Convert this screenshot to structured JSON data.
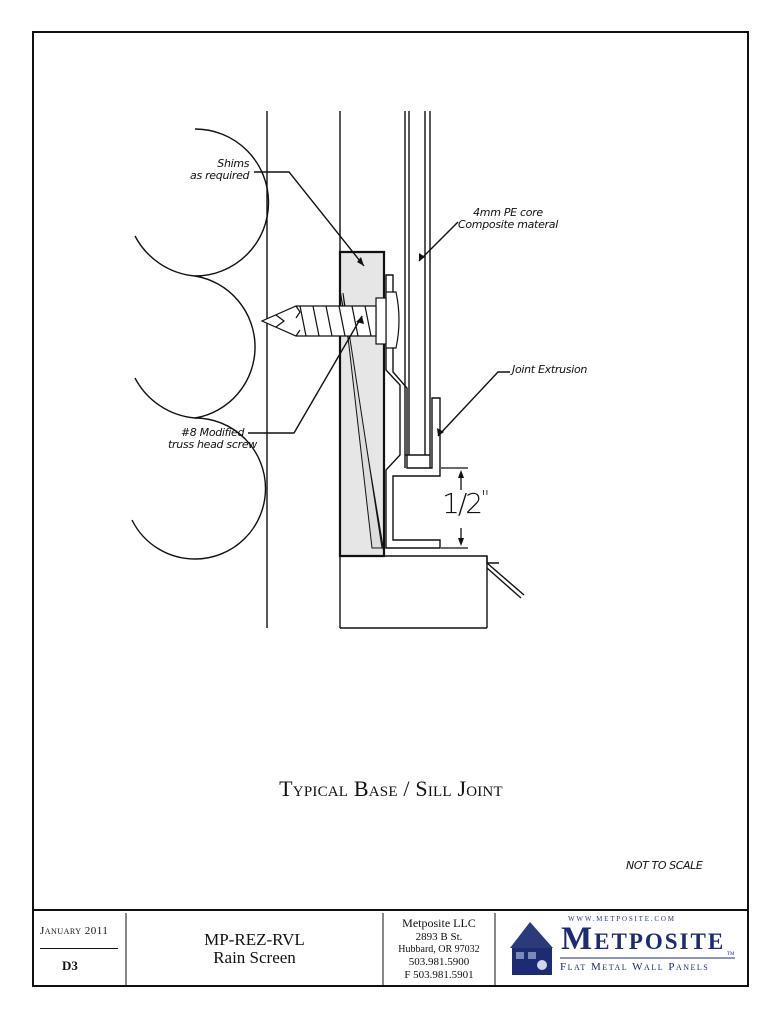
{
  "callouts": {
    "shims": [
      "Shims",
      "as required"
    ],
    "core": [
      "4mm PE core",
      "Composite materal"
    ],
    "extrusion": "Joint Extrusion",
    "screw": [
      "#8 Modified",
      "truss head screw"
    ]
  },
  "dimension": {
    "whole": "1/2",
    "mark": "\""
  },
  "title": "Typical Base / Sill Joint",
  "scale_note": "NOT TO SCALE",
  "title_block": {
    "date": "January 2011",
    "sheet": "D3",
    "project_code": "MP-REZ-RVL",
    "project_name": "Rain Screen",
    "company": {
      "name": "Metposite LLC",
      "street": "2893 B St.",
      "city": "Hubbard, OR 97032",
      "phone": "503.981.5900",
      "fax": "F 503.981.5901"
    },
    "logo": {
      "url": "WWW.METPOSITE.COM",
      "name": "Metposite",
      "tm": "TM",
      "tagline": "Flat Metal Wall Panels"
    }
  },
  "colors": {
    "brand": "#1b2c73",
    "shim_fill": "#e6e6e6",
    "ink": "#111111"
  }
}
